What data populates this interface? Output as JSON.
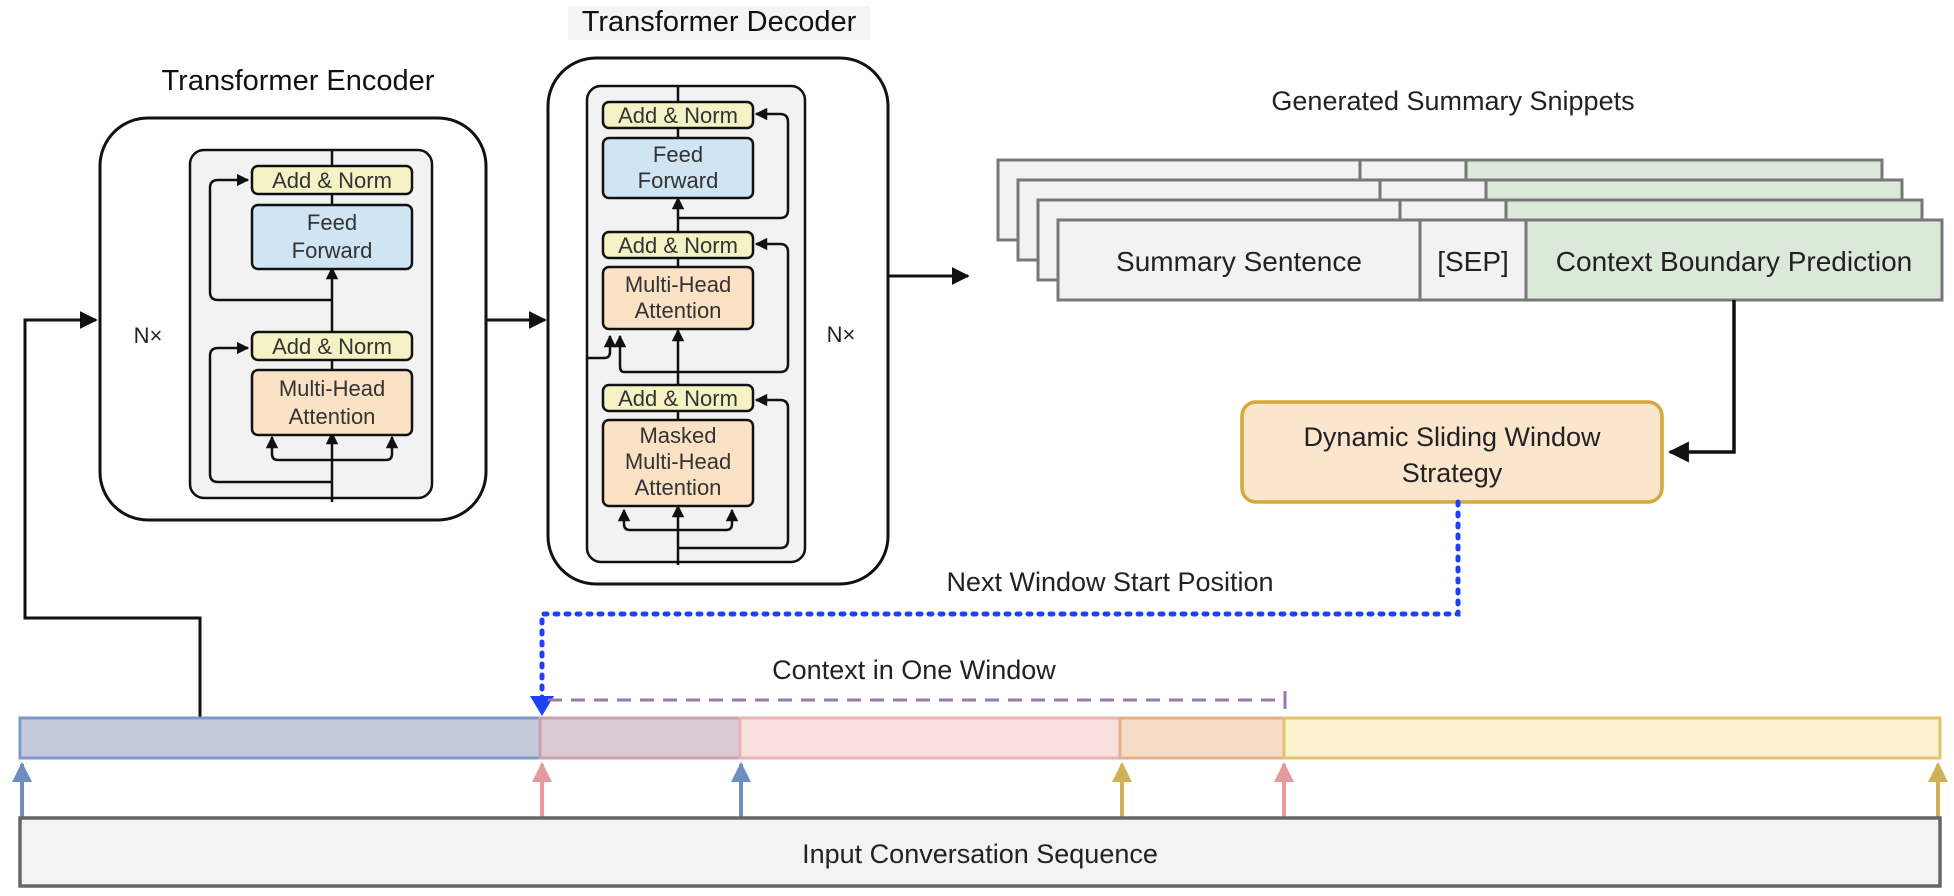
{
  "encoder": {
    "title": "Transformer Encoder",
    "repeat": "N×",
    "add_norm": "Add & Norm",
    "ffn_line1": "Feed",
    "ffn_line2": "Forward",
    "mha_line1": "Multi-Head",
    "mha_line2": "Attention"
  },
  "decoder": {
    "title": "Transformer Decoder",
    "repeat": "N×",
    "add_norm": "Add & Norm",
    "ffn_line1": "Feed",
    "ffn_line2": "Forward",
    "mha_line1": "Multi-Head",
    "mha_line2": "Attention",
    "masked_line1": "Masked",
    "masked_line2": "Multi-Head",
    "masked_line3": "Attention"
  },
  "snippets": {
    "title": "Generated Summary Snippets",
    "summary_sentence": "Summary Sentence",
    "sep": "[SEP]",
    "context_boundary": "Context Boundary Prediction"
  },
  "strategy": {
    "line1": "Dynamic Sliding Window",
    "line2": "Strategy"
  },
  "labels": {
    "next_window": "Next Window Start Position",
    "context_window": "Context in One Window"
  },
  "input": {
    "label": "Input Conversation Sequence"
  },
  "colors": {
    "block_yellow": "#f5f3c6",
    "block_blue": "#cfe5f3",
    "block_orange": "#fbe2c5",
    "green": "#dbe9d8",
    "strategy_fill": "#fbe5cd",
    "strategy_border": "#d4a83a",
    "seg_blue": "#c3cbdc",
    "seg_pink": "#f9e0df",
    "seg_yellow": "#fbf1cd",
    "dotted_blue": "#1f3fff",
    "dashed_purple": "#9a7aa8"
  }
}
